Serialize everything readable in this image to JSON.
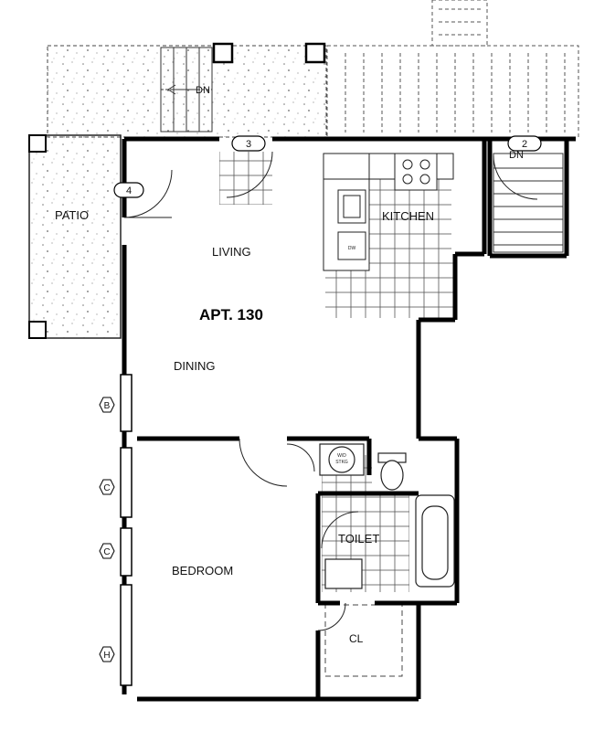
{
  "apartment": {
    "unit": "APT. 130"
  },
  "rooms": {
    "patio": "PATIO",
    "living": "LIVING",
    "kitchen": "KITCHEN",
    "dining": "DINING",
    "toilet": "TOILET",
    "bedroom": "BEDROOM",
    "closet": "CL"
  },
  "stairs": {
    "down_left": "DN",
    "down_right": "DN"
  },
  "door_tags": {
    "tag_3": "3",
    "tag_4": "4",
    "tag_2": "2"
  },
  "window_tags": {
    "w1": "B",
    "w2": "C",
    "w3": "C",
    "w4": "H"
  },
  "appliances": {
    "dishwasher": "DW",
    "washer_dryer": "W/D",
    "washer_dryer_sub": "STKG"
  }
}
